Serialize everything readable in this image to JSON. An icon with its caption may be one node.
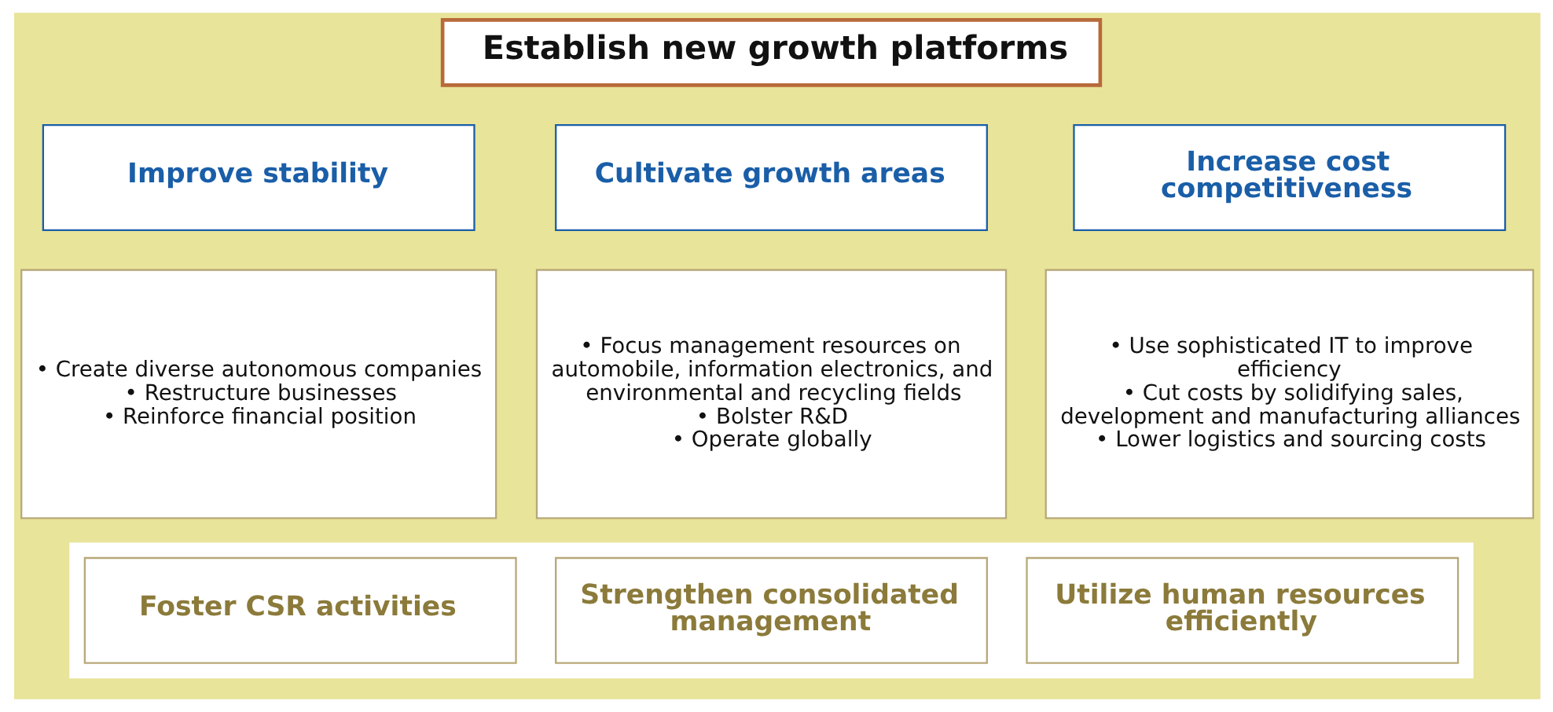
{
  "diagram": {
    "nodes": [
      {
        "text": [
          "Establish new growth platforms"
        ]
      },
      {
        "text": [
          "Improve stability"
        ]
      },
      {
        "text": [
          "• Create diverse autonomous companies",
          "• Restructure businesses",
          "• Reinforce financial position"
        ]
      },
      {
        "text": [
          "Cultivate growth areas"
        ]
      },
      {
        "text": [
          "• Focus management resources on automobile, information electronics, and environmental and recycling fields",
          "• Bolster R&D",
          "• Operate globally"
        ]
      },
      {
        "text": [
          "Increase cost competitiveness"
        ]
      },
      {
        "text": [
          "• Use sophisticated IT to improve efficiency",
          "• Cut costs by solidifying sales, development and manufacturing alliances",
          "• Lower logistics and sourcing costs"
        ]
      },
      {
        "text": [],
        "shape": "box"
      },
      {
        "text": [
          "Foster CSR activities"
        ],
        "in": 7
      },
      {
        "text": [
          "Strengthen consolidated management"
        ],
        "in": 7
      },
      {
        "text": [
          "Utilize human resources efficiently"
        ],
        "in": 7
      }
    ],
    "edges": []
  }
}
